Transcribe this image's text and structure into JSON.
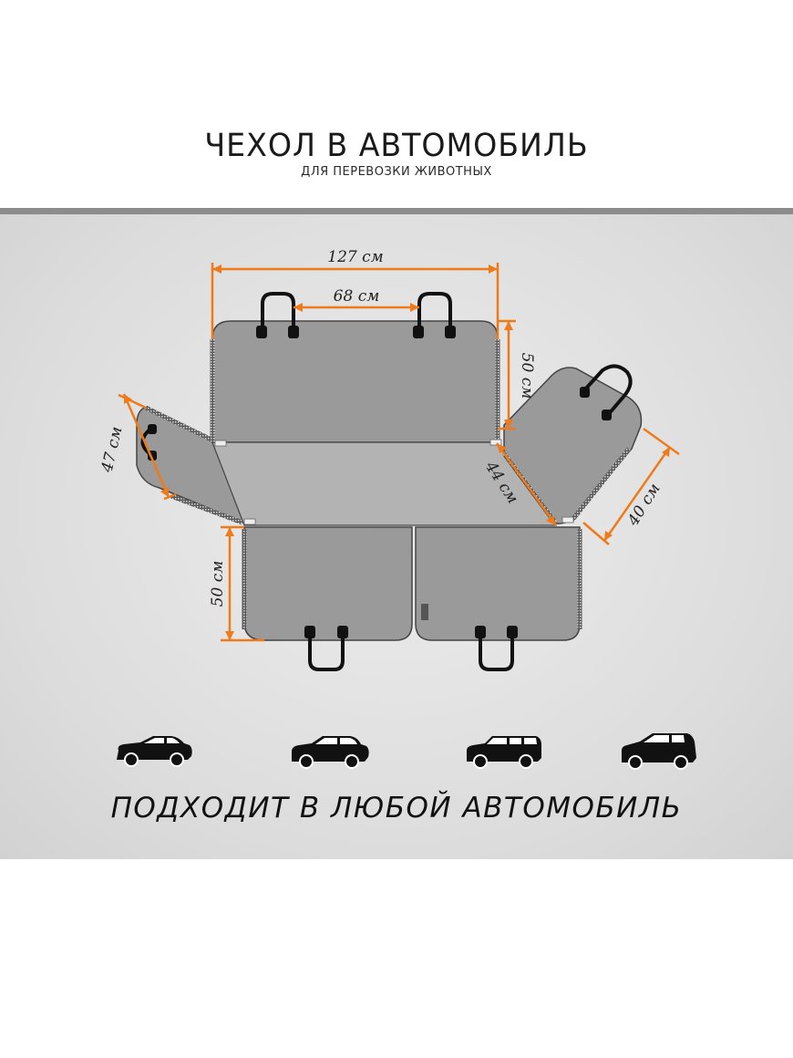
{
  "header": {
    "title": "ЧЕХОЛ В АВТОМОБИЛЬ",
    "subtitle": "ДЛЯ ПЕРЕВОЗКИ ЖИВОТНЫХ"
  },
  "dimensions": {
    "total_width": "127 см",
    "headrest_spacing": "68 см",
    "back_height": "50 см",
    "side_flap_height": "47 см",
    "right_flap_length": "44 см",
    "right_flap_height": "40 см",
    "front_height": "50 см"
  },
  "cars": [
    {
      "icon": "sedan-icon"
    },
    {
      "icon": "crossover-icon"
    },
    {
      "icon": "suv-icon"
    },
    {
      "icon": "minivan-icon"
    }
  ],
  "footer": {
    "text": "ПОДХОДИТ В ЛЮБОЙ АВТОМОБИЛЬ"
  },
  "colors": {
    "accent": "#ef7a1a",
    "cover_fill": "#9a9a9a",
    "cover_seat": "#b3b3b3",
    "background_panel": "#e0e0e0",
    "stripe": "#8c8c8c"
  }
}
